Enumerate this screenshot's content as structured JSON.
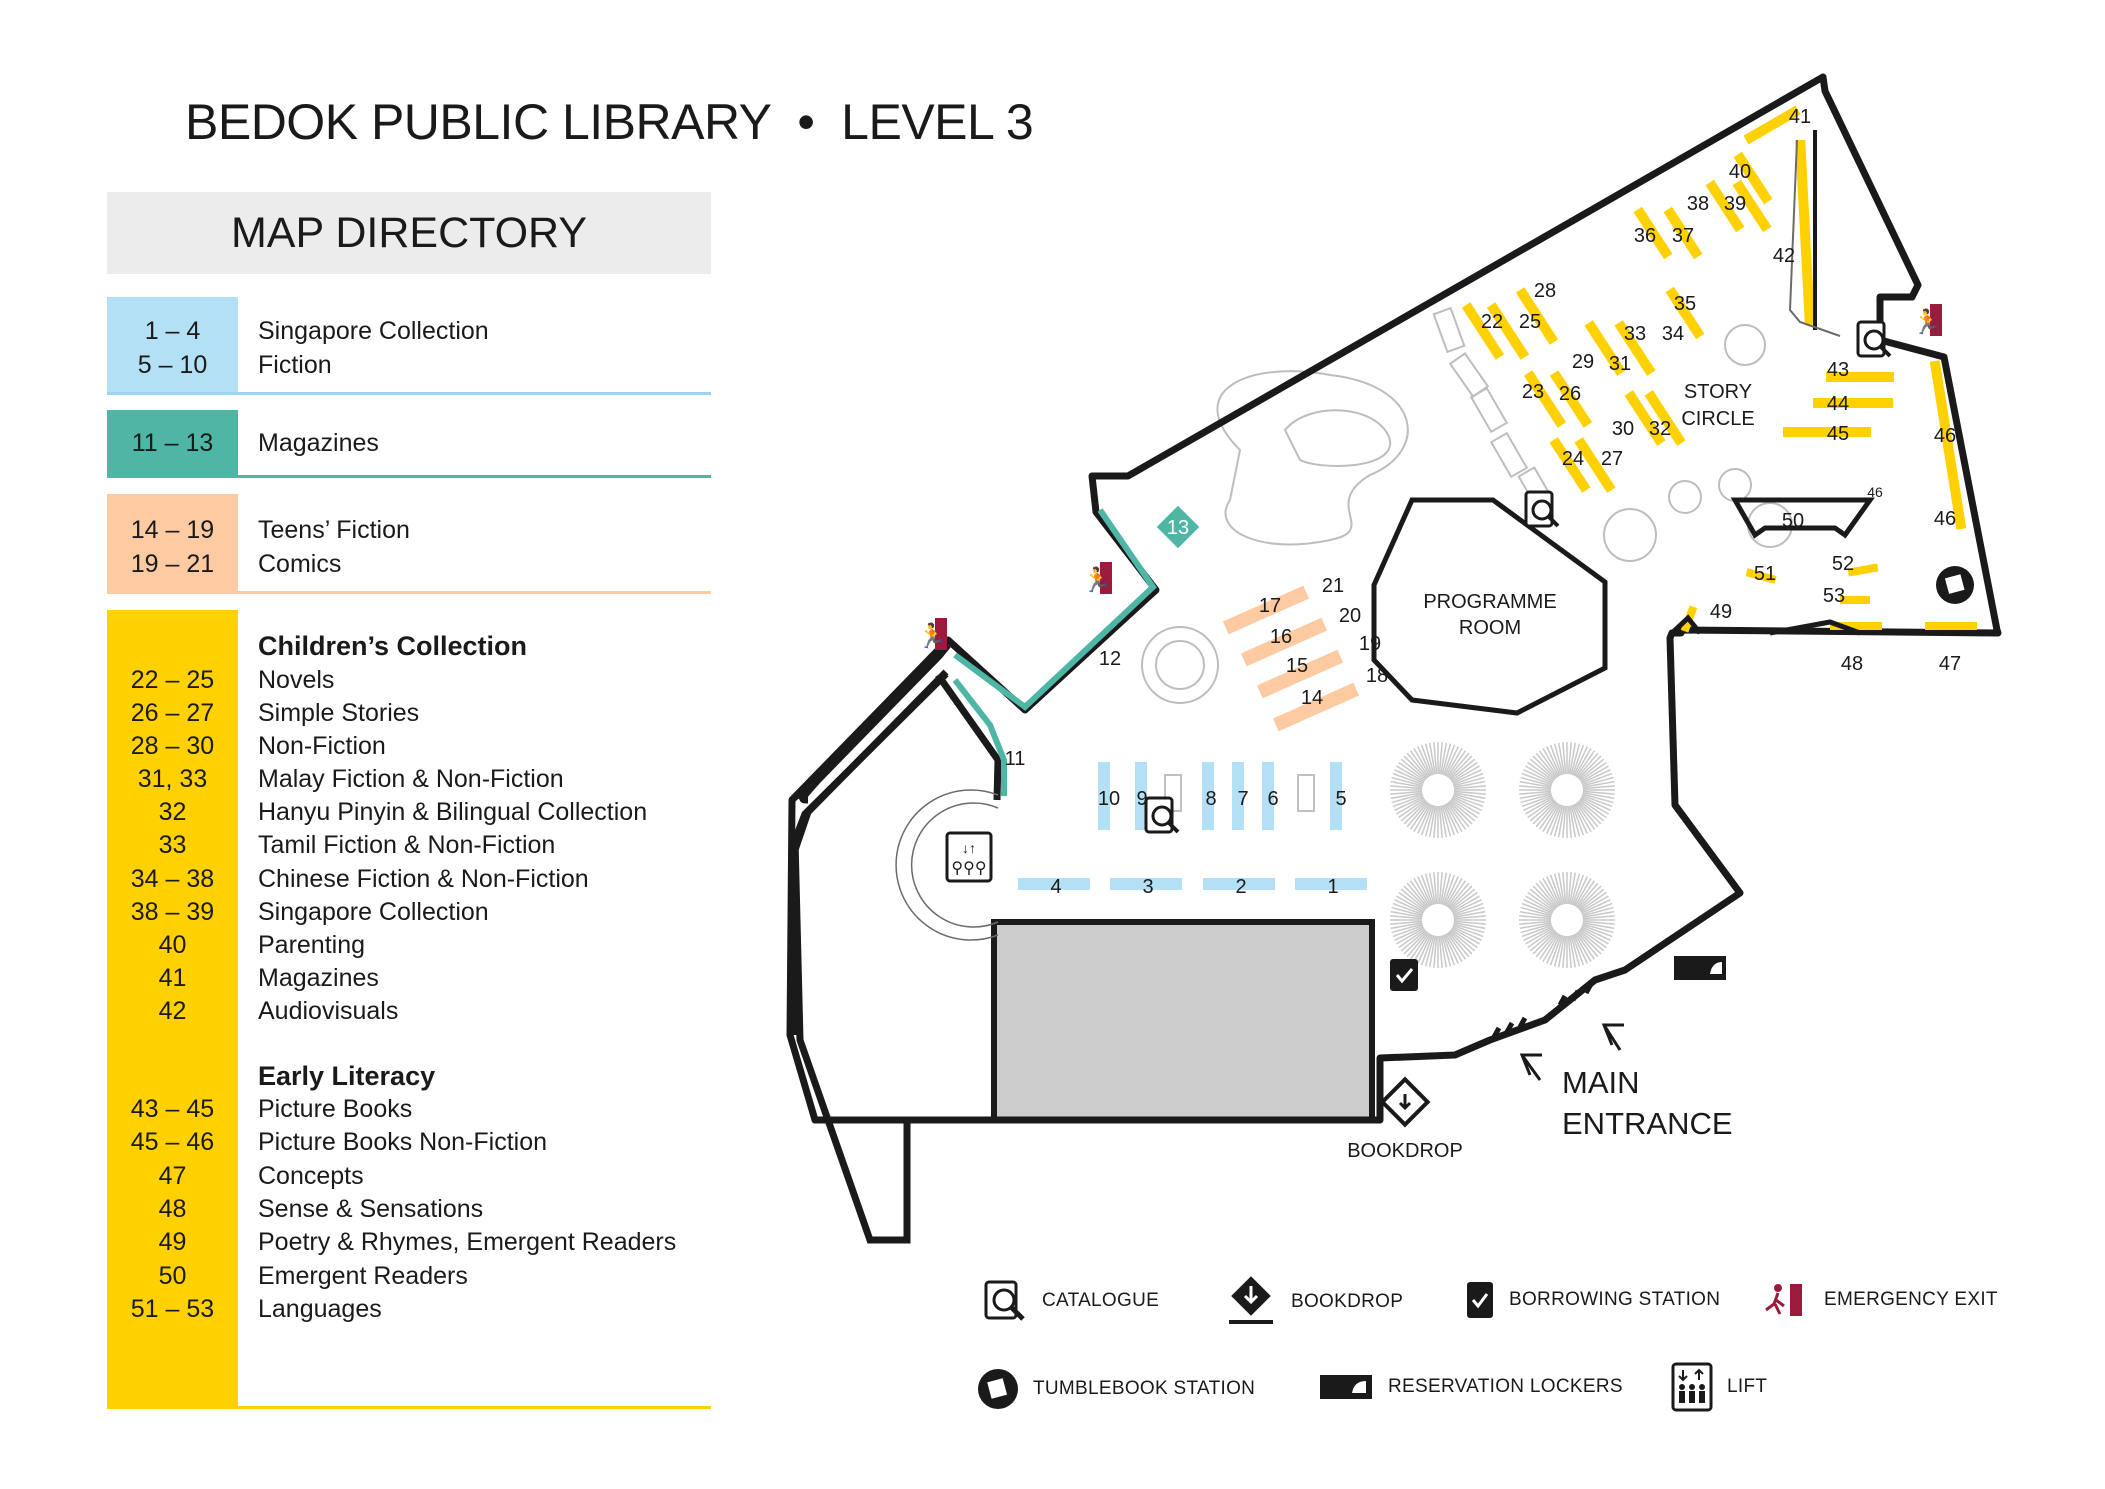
{
  "title": "BEDOK PUBLIC LIBRARY  •  LEVEL 3",
  "directory": {
    "header": "MAP DIRECTORY",
    "colors": {
      "blue": "#b3e0f5",
      "blue_rule": "#9bd4ee",
      "teal": "#4fb5a4",
      "peach": "#fdcaa1",
      "yellow": "#ffd100"
    },
    "sections": [
      {
        "color": "blue",
        "rows": [
          {
            "num": "1 – 4",
            "label": "Singapore Collection"
          },
          {
            "num": "5 – 10",
            "label": "Fiction"
          }
        ]
      },
      {
        "color": "teal",
        "rows": [
          {
            "num": "11 – 13",
            "label": "Magazines"
          }
        ]
      },
      {
        "color": "peach",
        "rows": [
          {
            "num": "14 – 19",
            "label": "Teens’ Fiction"
          },
          {
            "num": "19 – 21",
            "label": "Comics"
          }
        ]
      },
      {
        "color": "yellow",
        "rows": [
          {
            "num": "",
            "label": "Children’s Collection",
            "bold": true
          },
          {
            "num": "22 – 25",
            "label": "Novels"
          },
          {
            "num": "26 – 27",
            "label": "Simple Stories"
          },
          {
            "num": "28 – 30",
            "label": "Non-Fiction"
          },
          {
            "num": "31, 33",
            "label": "Malay Fiction & Non-Fiction"
          },
          {
            "num": "32",
            "label": "Hanyu Pinyin & Bilingual Collection"
          },
          {
            "num": "33",
            "label": "Tamil Fiction & Non-Fiction"
          },
          {
            "num": "34 – 38",
            "label": "Chinese Fiction & Non-Fiction"
          },
          {
            "num": "38 – 39",
            "label": "Singapore Collection"
          },
          {
            "num": "40",
            "label": "Parenting"
          },
          {
            "num": "41",
            "label": "Magazines"
          },
          {
            "num": "42",
            "label": "Audiovisuals"
          },
          {
            "num": "",
            "label": "Early Literacy",
            "bold": true
          },
          {
            "num": "43 – 45",
            "label": "Picture Books"
          },
          {
            "num": "45 – 46",
            "label": "Picture Books Non-Fiction"
          },
          {
            "num": "47",
            "label": "Concepts"
          },
          {
            "num": "48",
            "label": "Sense & Sensations"
          },
          {
            "num": "49",
            "label": "Poetry & Rhymes, Emergent Readers"
          },
          {
            "num": "50",
            "label": "Emergent Readers"
          },
          {
            "num": "51 – 53",
            "label": "Languages"
          }
        ]
      }
    ]
  },
  "map": {
    "rooms": {
      "programme_line1": "PROGRAMME",
      "programme_line2": "ROOM",
      "story_line1": "STORY",
      "story_line2": "CIRCLE"
    },
    "entrance_line1": "MAIN",
    "entrance_line2": "ENTRANCE",
    "bookdrop_label": "BOOKDROP",
    "shelf_numbers": {
      "n1": "1",
      "n2": "2",
      "n3": "3",
      "n4": "4",
      "n5": "5",
      "n6": "6",
      "n7": "7",
      "n8": "8",
      "n9": "9",
      "n10": "10",
      "n11": "11",
      "n12": "12",
      "n13": "13",
      "n14": "14",
      "n15": "15",
      "n16": "16",
      "n17": "17",
      "n18": "18",
      "n19": "19",
      "n20": "20",
      "n21": "21",
      "n22": "22",
      "n23": "23",
      "n24": "24",
      "n25": "25",
      "n26": "26",
      "n27": "27",
      "n28": "28",
      "n29": "29",
      "n30": "30",
      "n31": "31",
      "n32": "32",
      "n33": "33",
      "n34": "34",
      "n35": "35",
      "n36": "36",
      "n37": "37",
      "n38": "38",
      "n39": "39",
      "n40": "40",
      "n41": "41",
      "n42": "42",
      "n43": "43",
      "n44": "44",
      "n45": "45",
      "n46": "46",
      "n47": "47",
      "n48": "48",
      "n49": "49",
      "n50": "50",
      "n51": "51",
      "n52": "52",
      "n53": "53"
    },
    "accent_exit": "#9b1b3c"
  },
  "legend": {
    "catalogue": "CATALOGUE",
    "bookdrop": "BOOKDROP",
    "borrowing": "BORROWING STATION",
    "exit": "EMERGENCY EXIT",
    "tumblebook": "TUMBLEBOOK STATION",
    "lockers": "RESERVATION LOCKERS",
    "lift": "LIFT"
  }
}
